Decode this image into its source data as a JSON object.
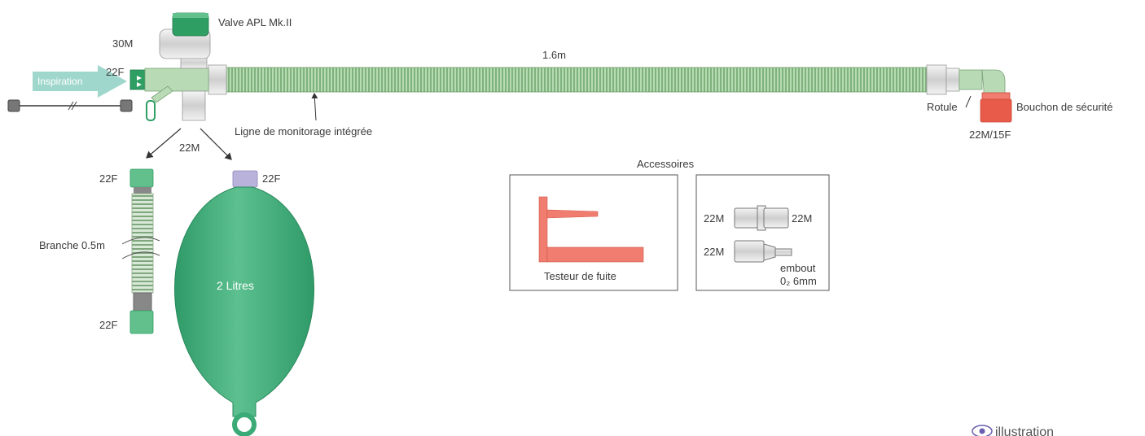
{
  "labels": {
    "valve": "Valve APL Mk.II",
    "port_30m": "30M",
    "port_22f_left": "22F",
    "inspiration": "Inspiration",
    "length": "1.6m",
    "monitoring_line": "Ligne de monitorage intégrée",
    "port_22m_center": "22M",
    "rotule": "Rotule",
    "safety_cap": "Bouchon de sécurité",
    "port_22m15f": "22M/15F",
    "accessories": "Accessoires",
    "branch_top": "22F",
    "branch": "Branche 0.5m",
    "branch_bottom": "22F",
    "bag_port": "22F",
    "bag_volume": "2 Litres",
    "leak_tester": "Testeur de fuite",
    "adapter_left": "22M",
    "adapter_right": "22M",
    "tip_left": "22M",
    "tip_line1": "embout",
    "tip_line2": "0₂ 6mm",
    "watermark": "illustration"
  },
  "colors": {
    "tube_green": "#a9d2a6",
    "tube_dark": "#6ea36c",
    "valve_green": "#2e9e63",
    "bag_green": "#3aaa76",
    "cap_red": "#e85a4a",
    "tester_red": "#f07d6f",
    "arrow_teal": "#8fd0c3",
    "port_purple": "#b9b3dc"
  },
  "icons": {
    "watermark": "eye-icon"
  }
}
